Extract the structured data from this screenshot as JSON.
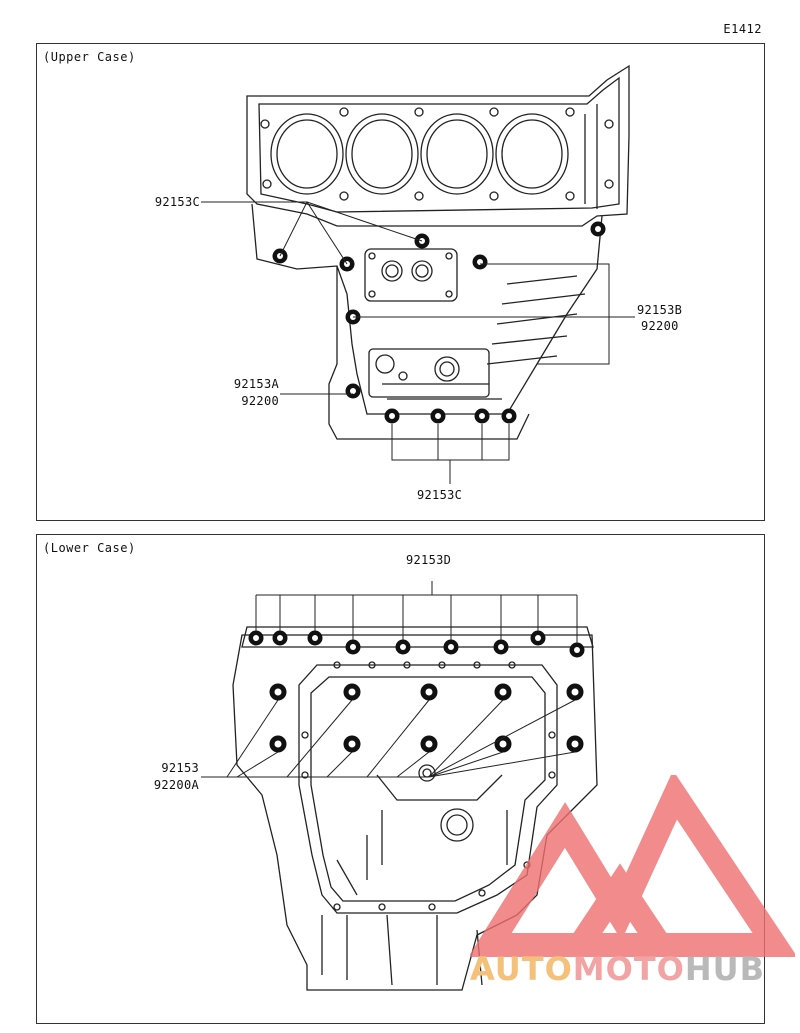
{
  "diagram_code": "E1412",
  "upper": {
    "title": "(Upper Case)",
    "labels": {
      "c_top": "92153C",
      "b_line1": "92153B",
      "b_line2": "92200",
      "a_line1": "92153A",
      "a_line2": "92200",
      "c_bottom": "92153C"
    }
  },
  "lower": {
    "title": "(Lower Case)",
    "labels": {
      "d_top": "92153D",
      "base_line1": "92153",
      "base_line2": "92200A"
    }
  },
  "watermark": {
    "part1": "AUTO",
    "part2": "MOTO",
    "part3": "HUB"
  },
  "colors": {
    "line": "#222222",
    "bolt": "#111111",
    "watermark_red": "#ef6f6f",
    "watermark_orange": "#f5c07a",
    "watermark_gray": "#b9b9b9"
  }
}
